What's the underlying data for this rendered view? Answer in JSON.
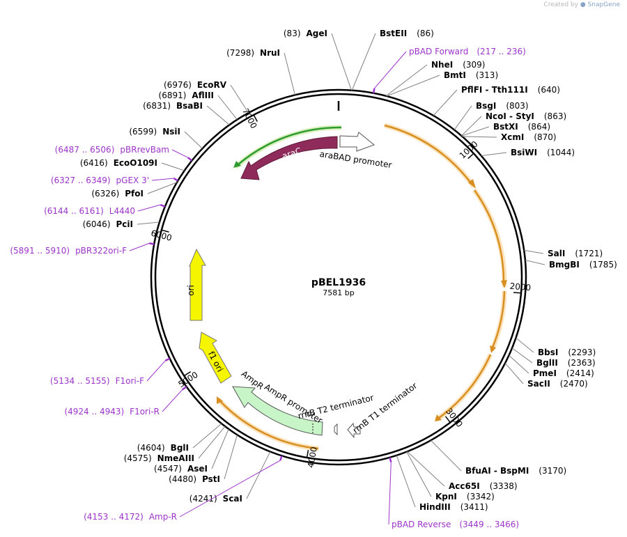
{
  "credit": {
    "prefix": "Created by",
    "brand": "SnapGene"
  },
  "plasmid": {
    "name": "pBEL1936",
    "length_label": "7581 bp",
    "length": 7581
  },
  "colors": {
    "primer": "#9b34c9",
    "orf": "#f3a01b",
    "arac": "#8e2b5b",
    "ampr": "#c7f5c8",
    "ori": "#f5f500",
    "line": "#808080"
  },
  "ticks": [
    {
      "pos": 1000,
      "text": "1000"
    },
    {
      "pos": 2000,
      "text": "2000"
    },
    {
      "pos": 3000,
      "text": "3000"
    },
    {
      "pos": 4000,
      "text": "4000"
    },
    {
      "pos": 5000,
      "text": "5000"
    },
    {
      "pos": 6000,
      "text": "6000"
    },
    {
      "pos": 7000,
      "text": "7000"
    }
  ],
  "sites": [
    {
      "id": "agei",
      "name": "AgeI",
      "pos": 83,
      "coord": "(83)",
      "side": "left"
    },
    {
      "id": "bsteii",
      "name": "BstEII",
      "pos": 86,
      "coord": "(86)",
      "side": "right"
    },
    {
      "id": "nhei",
      "name": "NheI",
      "pos": 309,
      "coord": "(309)",
      "side": "right"
    },
    {
      "id": "bmti",
      "name": "BmtI",
      "pos": 313,
      "coord": "(313)",
      "side": "right"
    },
    {
      "id": "pflfi",
      "name": "PflFI - Tth111I",
      "pos": 640,
      "coord": "(640)",
      "side": "right"
    },
    {
      "id": "bsgi",
      "name": "BsgI",
      "pos": 803,
      "coord": "(803)",
      "side": "right"
    },
    {
      "id": "ncoi",
      "name": "NcoI - StyI",
      "pos": 863,
      "coord": "(863)",
      "side": "right"
    },
    {
      "id": "bstxi",
      "name": "BstXI",
      "pos": 864,
      "coord": "(864)",
      "side": "right"
    },
    {
      "id": "xcmi",
      "name": "XcmI",
      "pos": 870,
      "coord": "(870)",
      "side": "right"
    },
    {
      "id": "bsiwi",
      "name": "BsiWI",
      "pos": 1044,
      "coord": "(1044)",
      "side": "right"
    },
    {
      "id": "sali",
      "name": "SalI",
      "pos": 1721,
      "coord": "(1721)",
      "side": "right"
    },
    {
      "id": "bmgbi",
      "name": "BmgBI",
      "pos": 1785,
      "coord": "(1785)",
      "side": "right"
    },
    {
      "id": "bbsi",
      "name": "BbsI",
      "pos": 2293,
      "coord": "(2293)",
      "side": "right"
    },
    {
      "id": "bglii",
      "name": "BglII",
      "pos": 2363,
      "coord": "(2363)",
      "side": "right"
    },
    {
      "id": "pmei",
      "name": "PmeI",
      "pos": 2414,
      "coord": "(2414)",
      "side": "right"
    },
    {
      "id": "sacii",
      "name": "SacII",
      "pos": 2470,
      "coord": "(2470)",
      "side": "right"
    },
    {
      "id": "bfuai",
      "name": "BfuAI - BspMI",
      "pos": 3170,
      "coord": "(3170)",
      "side": "right"
    },
    {
      "id": "acc65i",
      "name": "Acc65I",
      "pos": 3338,
      "coord": "(3338)",
      "side": "right"
    },
    {
      "id": "kpni",
      "name": "KpnI",
      "pos": 3342,
      "coord": "(3342)",
      "side": "right"
    },
    {
      "id": "hindiii",
      "name": "HindIII",
      "pos": 3411,
      "coord": "(3411)",
      "side": "right"
    },
    {
      "id": "scai",
      "name": "ScaI",
      "pos": 4241,
      "coord": "(4241)",
      "side": "left"
    },
    {
      "id": "psti",
      "name": "PstI",
      "pos": 4480,
      "coord": "(4480)",
      "side": "left"
    },
    {
      "id": "asei",
      "name": "AseI",
      "pos": 4547,
      "coord": "(4547)",
      "side": "left"
    },
    {
      "id": "nmeaiii",
      "name": "NmeAIII",
      "pos": 4575,
      "coord": "(4575)",
      "side": "left"
    },
    {
      "id": "bgli",
      "name": "BglI",
      "pos": 4604,
      "coord": "(4604)",
      "side": "left"
    },
    {
      "id": "pcii",
      "name": "PciI",
      "pos": 6046,
      "coord": "(6046)",
      "side": "left"
    },
    {
      "id": "pfoi",
      "name": "PfoI",
      "pos": 6326,
      "coord": "(6326)",
      "side": "left"
    },
    {
      "id": "eco0109i",
      "name": "EcoO109I",
      "pos": 6416,
      "coord": "(6416)",
      "side": "left"
    },
    {
      "id": "nsii",
      "name": "NsiI",
      "pos": 6599,
      "coord": "(6599)",
      "side": "left"
    },
    {
      "id": "bsabi",
      "name": "BsaBI",
      "pos": 6831,
      "coord": "(6831)",
      "side": "left"
    },
    {
      "id": "afliii",
      "name": "AflIII",
      "pos": 6891,
      "coord": "(6891)",
      "side": "left"
    },
    {
      "id": "ecorv",
      "name": "EcoRV",
      "pos": 6976,
      "coord": "(6976)",
      "side": "left"
    },
    {
      "id": "nrui",
      "name": "NruI",
      "pos": 7298,
      "coord": "(7298)",
      "side": "left"
    }
  ],
  "primers": [
    {
      "id": "pbad-forward",
      "name": "pBAD Forward",
      "range": "(217 .. 236)",
      "pos": 226,
      "side": "right"
    },
    {
      "id": "pbad-reverse",
      "name": "pBAD Reverse",
      "range": "(3449 .. 3466)",
      "pos": 3457,
      "side": "right"
    },
    {
      "id": "amp-r",
      "name": "Amp-R",
      "range": "(4153 .. 4172)",
      "pos": 4162,
      "side": "left"
    },
    {
      "id": "f1ori-r",
      "name": "F1ori-R",
      "range": "(4924 .. 4943)",
      "pos": 4933,
      "side": "left"
    },
    {
      "id": "f1ori-f",
      "name": "F1ori-F",
      "range": "(5134 .. 5155)",
      "pos": 5144,
      "side": "left"
    },
    {
      "id": "pbr322ori-f",
      "name": "pBR322ori-F",
      "range": "(5891 .. 5910)",
      "pos": 5900,
      "side": "left"
    },
    {
      "id": "l4440",
      "name": "L4440",
      "range": "(6144 .. 6161)",
      "pos": 6152,
      "side": "left"
    },
    {
      "id": "pgex-3",
      "name": "pGEX 3'",
      "range": "(6327 .. 6349)",
      "pos": 6338,
      "side": "left"
    },
    {
      "id": "pbrrevbam",
      "name": "pBRrevBam",
      "range": "(6487 .. 6506)",
      "pos": 6496,
      "side": "left"
    }
  ],
  "features": [
    {
      "id": "arac",
      "label": "araC"
    },
    {
      "id": "arabad-promoter",
      "label": "araBAD promoter"
    },
    {
      "id": "ori",
      "label": "ori"
    },
    {
      "id": "f1-ori",
      "label": "f1 ori"
    },
    {
      "id": "ampr",
      "label": "AmpR"
    },
    {
      "id": "ampr-promoter",
      "label": "AmpR promoter"
    },
    {
      "id": "rrnb-t2",
      "label": "rrnB T2 terminator"
    },
    {
      "id": "rrnb-t1",
      "label": "rrnB T1 terminator"
    }
  ]
}
